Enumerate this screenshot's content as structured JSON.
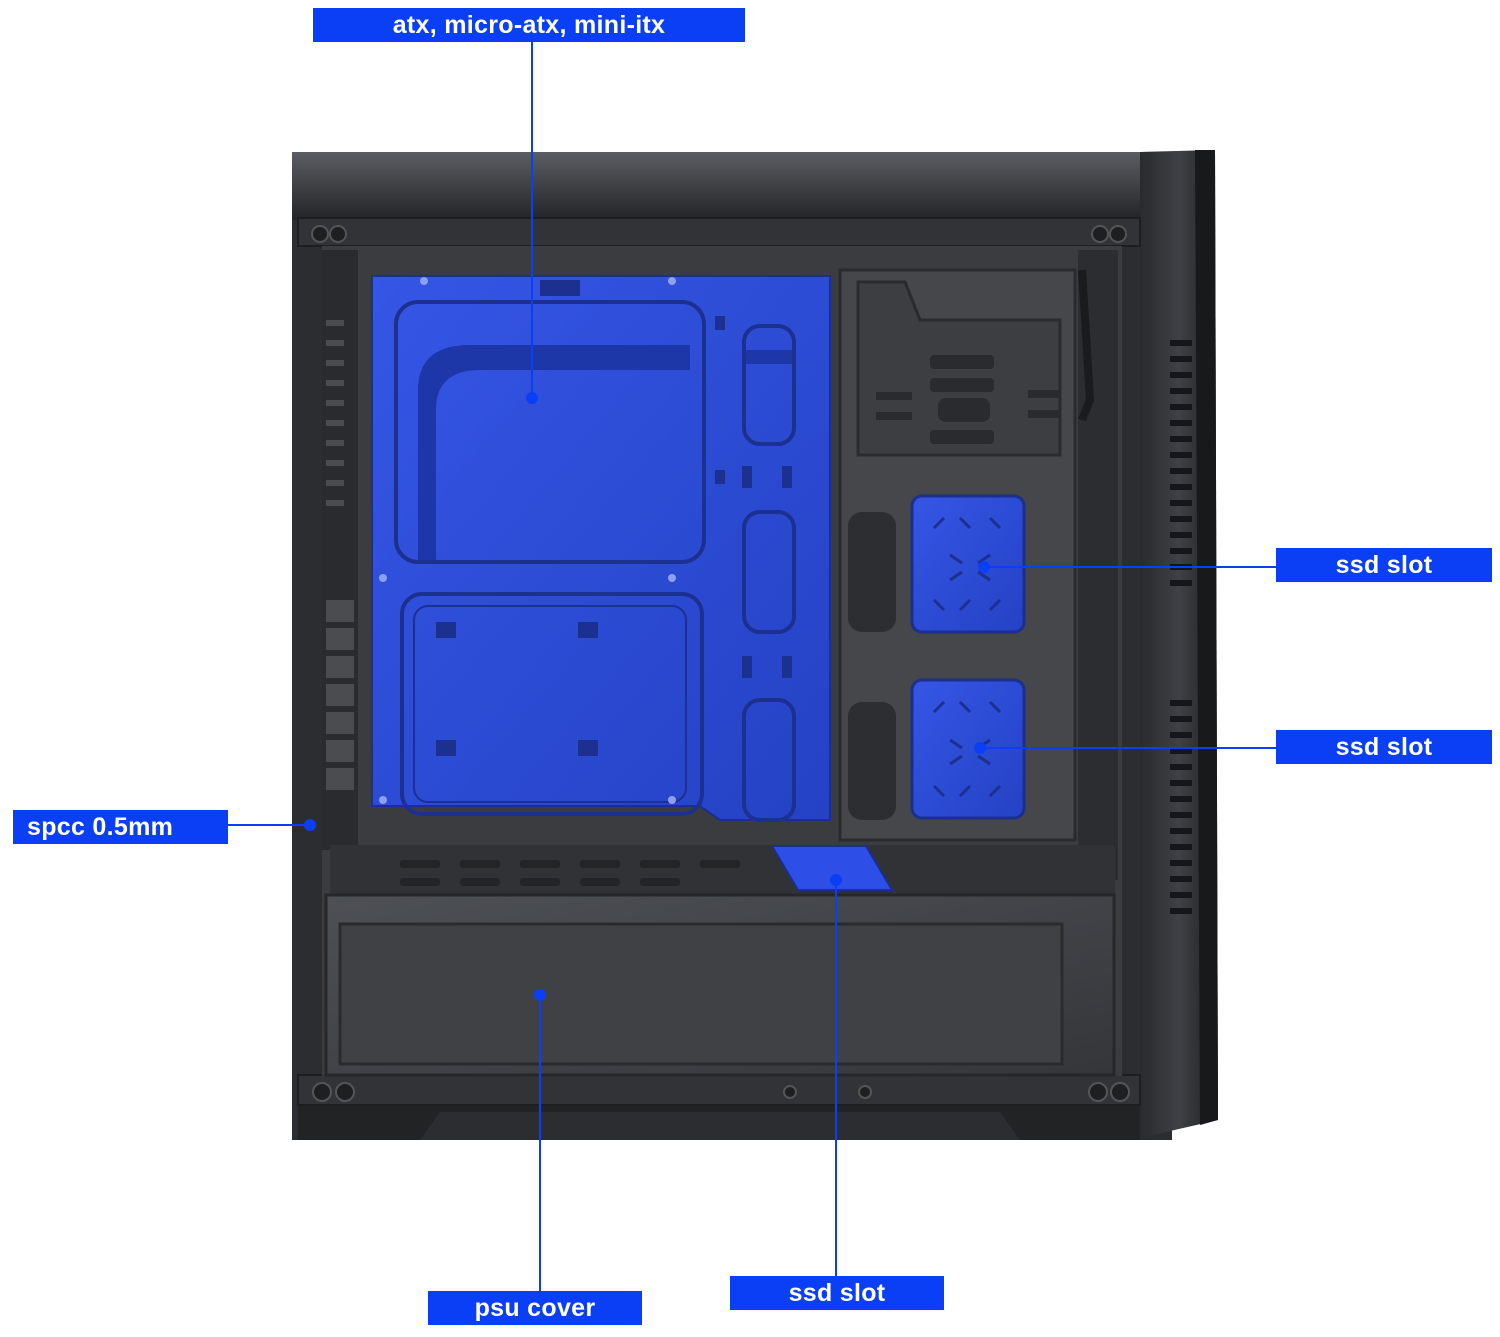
{
  "labels": {
    "form_factor": "atx, micro-atx, mini-itx",
    "ssd_slot_upper": "ssd slot",
    "ssd_slot_middle": "ssd slot",
    "ssd_slot_bottom": "ssd slot",
    "steel": "spcc 0.5mm",
    "psu_cover": "psu cover"
  },
  "colors": {
    "callout_blue": "#0a3ff5",
    "panel_blue": "#2f4fd8",
    "case_dark": "#2c2e31",
    "case_interior": "#3a3c40"
  }
}
